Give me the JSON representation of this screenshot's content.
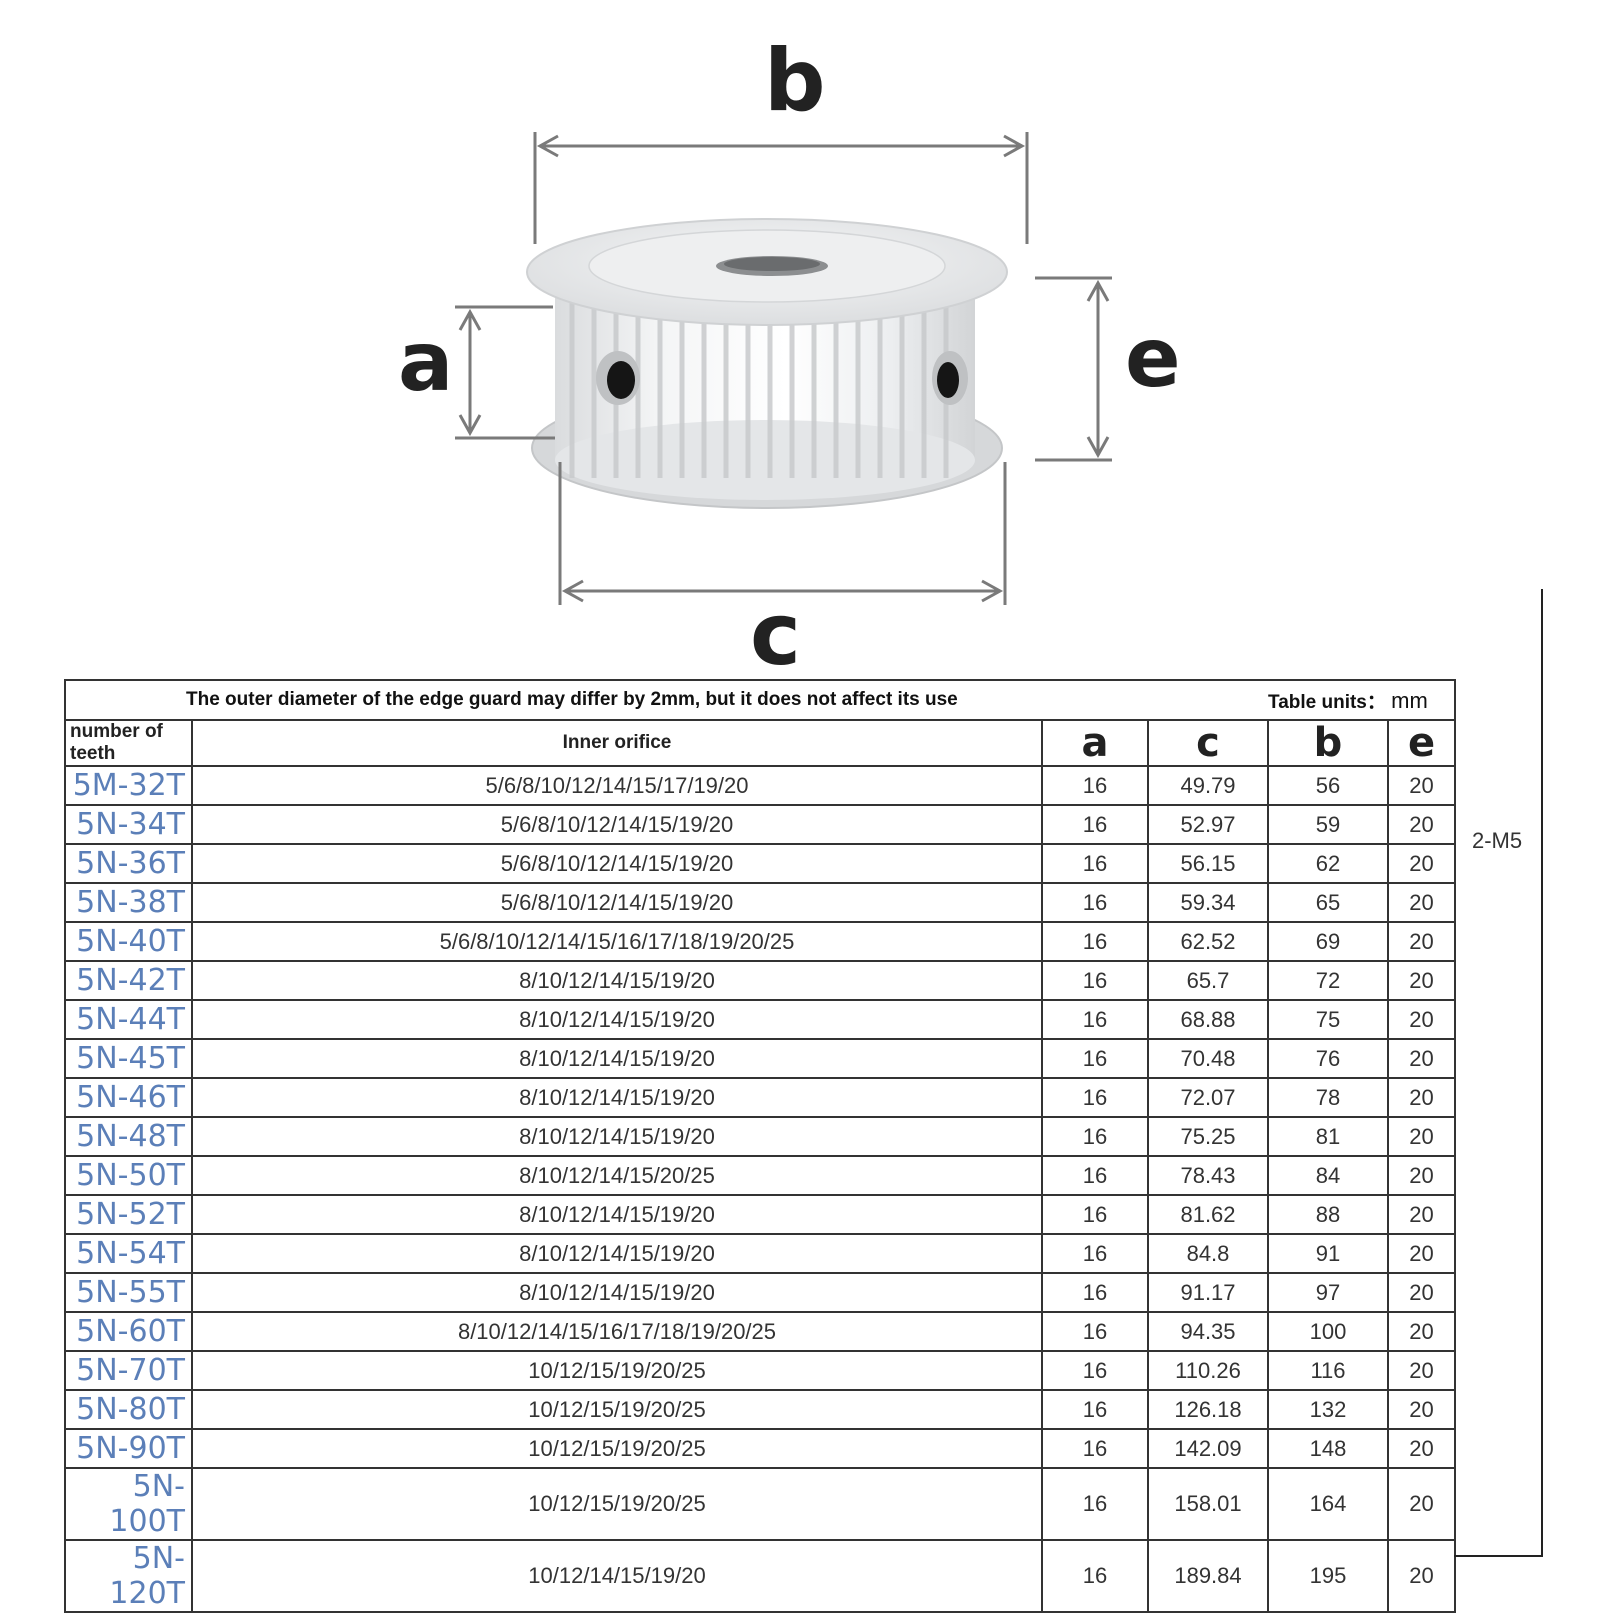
{
  "dimension_labels": {
    "b": "b",
    "a": "a",
    "e": "e",
    "c": "c"
  },
  "note": "The outer diameter of the edge guard may differ by 2mm, but it does not affect its use",
  "units_label": "Table units：",
  "units_value": "mm",
  "side_label": "2-M5",
  "columns": {
    "teeth": "number of teeth",
    "inner": "Inner orifice",
    "a": "a",
    "c": "c",
    "b": "b",
    "e": "e"
  },
  "rows": [
    {
      "model": "5M-32T",
      "inner": "5/6/8/10/12/14/15/17/19/20",
      "a": "16",
      "c": "49.79",
      "b": "56",
      "e": "20"
    },
    {
      "model": "5N-34T",
      "inner": "5/6/8/10/12/14/15/19/20",
      "a": "16",
      "c": "52.97",
      "b": "59",
      "e": "20"
    },
    {
      "model": "5N-36T",
      "inner": "5/6/8/10/12/14/15/19/20",
      "a": "16",
      "c": "56.15",
      "b": "62",
      "e": "20"
    },
    {
      "model": "5N-38T",
      "inner": "5/6/8/10/12/14/15/19/20",
      "a": "16",
      "c": "59.34",
      "b": "65",
      "e": "20"
    },
    {
      "model": "5N-40T",
      "inner": "5/6/8/10/12/14/15/16/17/18/19/20/25",
      "a": "16",
      "c": "62.52",
      "b": "69",
      "e": "20"
    },
    {
      "model": "5N-42T",
      "inner": "8/10/12/14/15/19/20",
      "a": "16",
      "c": "65.7",
      "b": "72",
      "e": "20"
    },
    {
      "model": "5N-44T",
      "inner": "8/10/12/14/15/19/20",
      "a": "16",
      "c": "68.88",
      "b": "75",
      "e": "20"
    },
    {
      "model": "5N-45T",
      "inner": "8/10/12/14/15/19/20",
      "a": "16",
      "c": "70.48",
      "b": "76",
      "e": "20"
    },
    {
      "model": "5N-46T",
      "inner": "8/10/12/14/15/19/20",
      "a": "16",
      "c": "72.07",
      "b": "78",
      "e": "20"
    },
    {
      "model": "5N-48T",
      "inner": "8/10/12/14/15/19/20",
      "a": "16",
      "c": "75.25",
      "b": "81",
      "e": "20"
    },
    {
      "model": "5N-50T",
      "inner": "8/10/12/14/15/20/25",
      "a": "16",
      "c": "78.43",
      "b": "84",
      "e": "20"
    },
    {
      "model": "5N-52T",
      "inner": "8/10/12/14/15/19/20",
      "a": "16",
      "c": "81.62",
      "b": "88",
      "e": "20"
    },
    {
      "model": "5N-54T",
      "inner": "8/10/12/14/15/19/20",
      "a": "16",
      "c": "84.8",
      "b": "91",
      "e": "20"
    },
    {
      "model": "5N-55T",
      "inner": "8/10/12/14/15/19/20",
      "a": "16",
      "c": "91.17",
      "b": "97",
      "e": "20"
    },
    {
      "model": "5N-60T",
      "inner": "8/10/12/14/15/16/17/18/19/20/25",
      "a": "16",
      "c": "94.35",
      "b": "100",
      "e": "20"
    },
    {
      "model": "5N-70T",
      "inner": "10/12/15/19/20/25",
      "a": "16",
      "c": "110.26",
      "b": "116",
      "e": "20"
    },
    {
      "model": "5N-80T",
      "inner": "10/12/15/19/20/25",
      "a": "16",
      "c": "126.18",
      "b": "132",
      "e": "20"
    },
    {
      "model": "5N-90T",
      "inner": "10/12/15/19/20/25",
      "a": "16",
      "c": "142.09",
      "b": "148",
      "e": "20"
    },
    {
      "model": "5N-100T",
      "inner": "10/12/15/19/20/25",
      "a": "16",
      "c": "158.01",
      "b": "164",
      "e": "20"
    },
    {
      "model": "5N-120T",
      "inner": "10/12/14/15/19/20",
      "a": "16",
      "c": "189.84",
      "b": "195",
      "e": "20"
    }
  ],
  "colors": {
    "model_text": "#5b7fb8",
    "grid": "#333333",
    "pulley": "#e2e4e6"
  }
}
